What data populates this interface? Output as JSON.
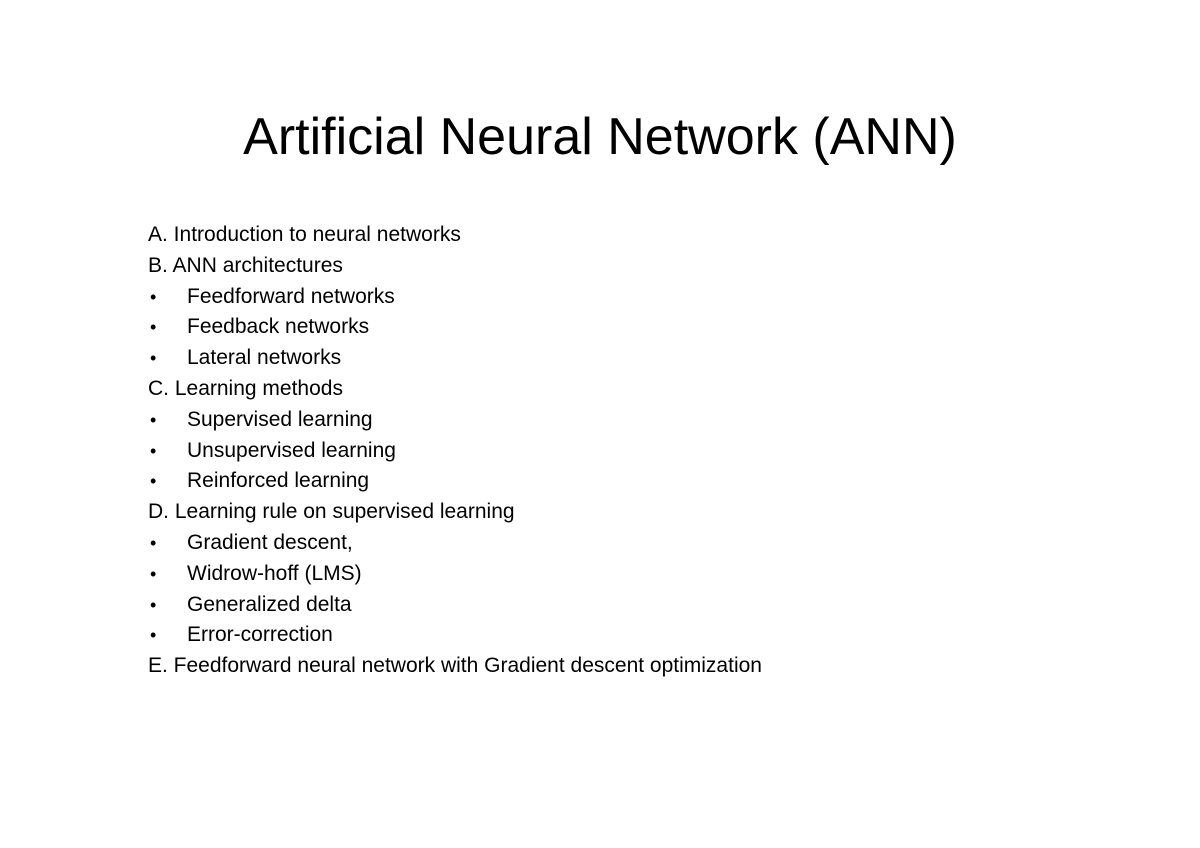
{
  "slide": {
    "title": "Artificial Neural Network (ANN)",
    "outline": [
      {
        "type": "section",
        "text": "A. Introduction to neural networks"
      },
      {
        "type": "section",
        "text": "B. ANN architectures"
      },
      {
        "type": "bullet",
        "bullet": "•",
        "text": "Feedforward networks"
      },
      {
        "type": "bullet",
        "bullet": "•",
        "text": "Feedback networks"
      },
      {
        "type": "bullet",
        "bullet": "•",
        "text": "Lateral networks"
      },
      {
        "type": "section",
        "text": "C. Learning methods"
      },
      {
        "type": "bullet",
        "bullet": "•",
        "text": "Supervised learning"
      },
      {
        "type": "bullet",
        "bullet": "•",
        "text": "Unsupervised learning"
      },
      {
        "type": "bullet",
        "bullet": "•",
        "text": "Reinforced learning"
      },
      {
        "type": "section",
        "text": "D. Learning rule on supervised learning"
      },
      {
        "type": "bullet",
        "bullet": "•",
        "text": "Gradient descent,"
      },
      {
        "type": "bullet",
        "bullet": "•",
        "text": "Widrow-hoff (LMS)"
      },
      {
        "type": "bullet",
        "bullet": "•",
        "text": "Generalized delta"
      },
      {
        "type": "bullet",
        "bullet": "•",
        "text": "Error-correction"
      },
      {
        "type": "section",
        "text": "E. Feedforward neural network with Gradient descent optimization"
      }
    ],
    "colors": {
      "background": "#ffffff",
      "text": "#000000"
    }
  }
}
